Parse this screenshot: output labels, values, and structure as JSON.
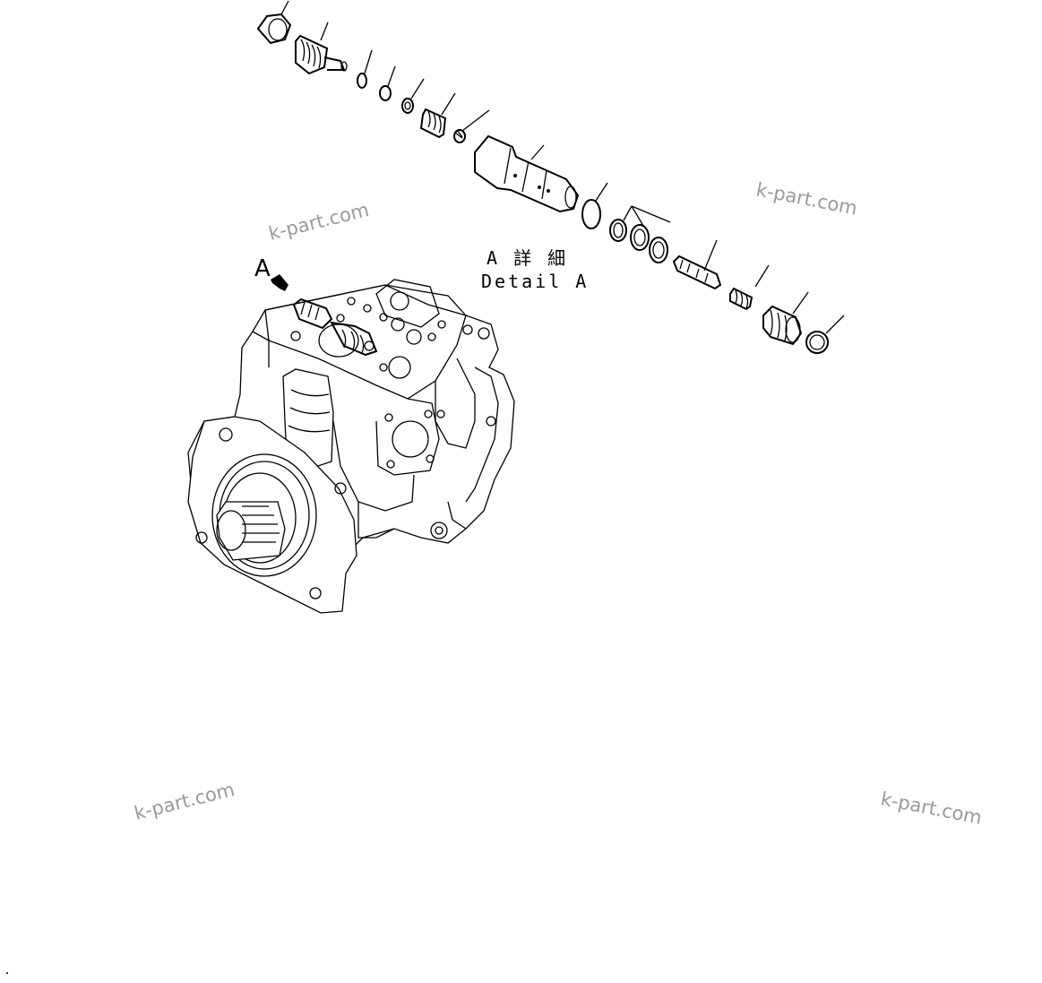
{
  "detail_label": {
    "jp": "A 詳 細",
    "en": "Detail A"
  },
  "view_marker": "A",
  "watermarks": [
    "k-part.com",
    "k-part.com",
    "k-part.com",
    "k-part.com"
  ]
}
